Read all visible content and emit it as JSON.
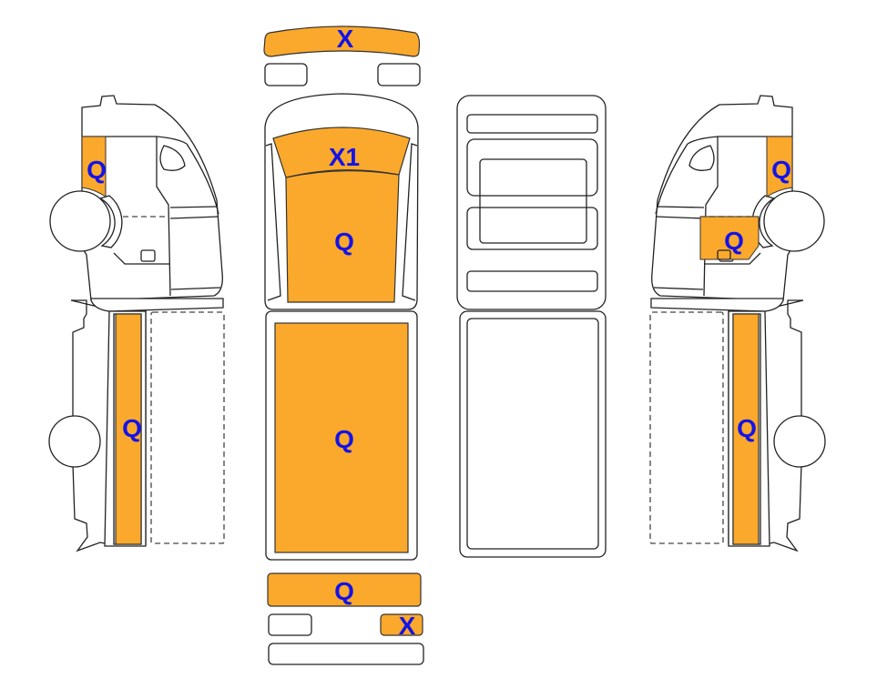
{
  "colors": {
    "damage_fill": "#FBA92C",
    "label": "#1414E6",
    "outline": "#222222"
  },
  "views": {
    "top": {
      "front_bumper": {
        "code": "X"
      },
      "windshield": {
        "code": "X1"
      },
      "cab_roof": {
        "code": "Q"
      },
      "cargo_roof": {
        "code": "Q"
      },
      "rear_bumper": {
        "code": "Q"
      },
      "rear_right_light": {
        "code": "X"
      }
    },
    "left_side": {
      "front_pillar": {
        "code": "Q"
      },
      "cargo_side": {
        "code": "Q"
      }
    },
    "right_side": {
      "front_pillar": {
        "code": "Q"
      },
      "lower_door": {
        "code": "Q"
      },
      "cargo_side": {
        "code": "Q"
      }
    }
  }
}
